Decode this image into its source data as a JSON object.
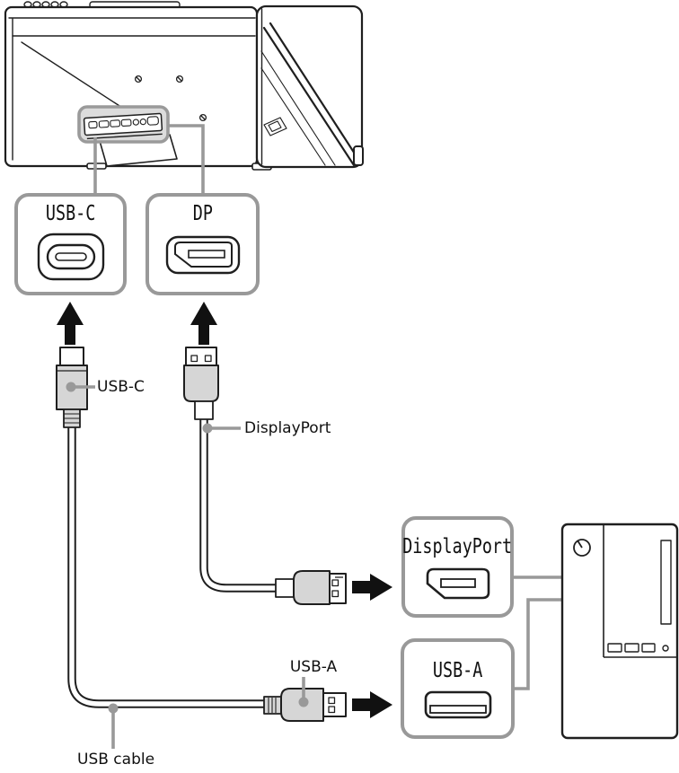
{
  "monitor_callouts": {
    "usb_c": {
      "label": "USB-C"
    },
    "dp": {
      "label": "DP"
    }
  },
  "computer_callouts": {
    "displayport": {
      "label": "DisplayPort"
    },
    "usb_a": {
      "label": "USB-A"
    }
  },
  "cable_callouts": {
    "usb_c": "USB-C",
    "displayport": "DisplayPort",
    "usb_a": "USB-A",
    "usb_cable": "USB cable"
  },
  "icons": {
    "monitor_usb_c_port": "usb-c-port-icon",
    "monitor_dp_port": "displayport-port-icon",
    "pc_displayport_port": "displayport-port-icon",
    "pc_usb_a_port": "usb-a-port-icon",
    "power_button": "power-button-icon",
    "up_arrows": "up-arrow-icon",
    "right_arrows": "right-arrow-icon"
  },
  "colors": {
    "callout_gray": "#999999",
    "outline": "#1f1f1f",
    "connector_fill": "#d6d6d6",
    "panel_fill": "#dcdcdc",
    "arrow_black": "#111111",
    "text": "#111111",
    "background": "#ffffff"
  }
}
